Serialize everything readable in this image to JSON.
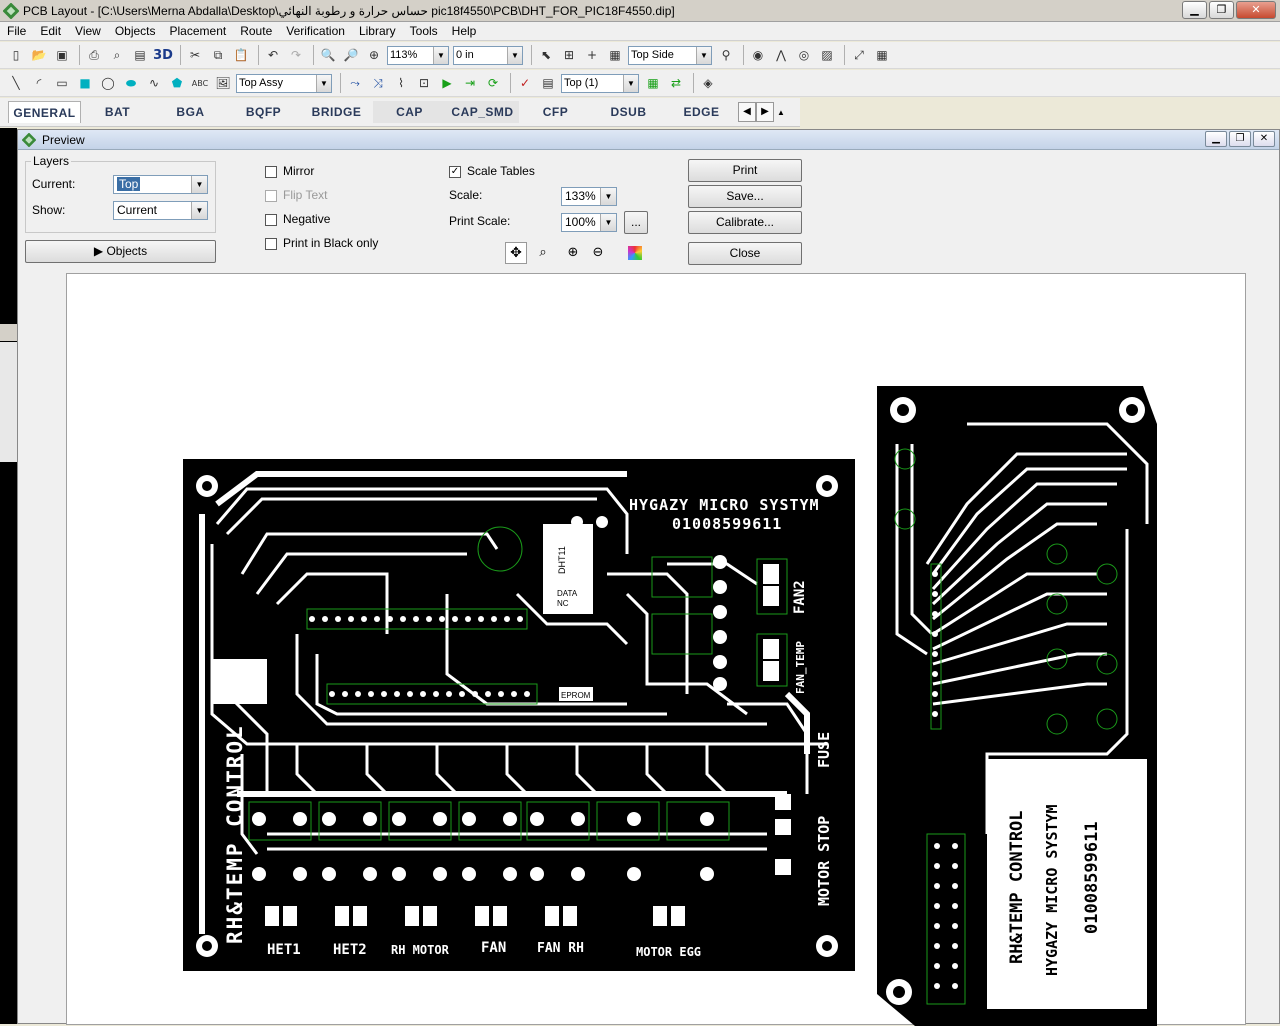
{
  "window": {
    "title": "PCB Layout - [C:\\Users\\Merna Abdalla\\Desktop\\حساس حرارة و رطوبة النهائي pic18f4550\\PCB\\DHT_FOR_PIC18F4550.dip]",
    "min": "▁",
    "max": "❐",
    "close": "✕"
  },
  "menu": [
    "File",
    "Edit",
    "View",
    "Objects",
    "Placement",
    "Route",
    "Verification",
    "Library",
    "Tools",
    "Help"
  ],
  "toolbar1": {
    "three_d": "3D",
    "zoom": "113%",
    "offset": "0 in",
    "side": "Top Side"
  },
  "toolbar2": {
    "assy": "Top Assy",
    "layer": "Top (1)",
    "abc": "ABC"
  },
  "lib_tabs": [
    "GENERAL",
    "BAT",
    "BGA",
    "BQFP",
    "BRIDGE",
    "CAP",
    "CAP_SMD",
    "CFP",
    "DSUB",
    "EDGE"
  ],
  "preview": {
    "title": "Preview",
    "layers_group": "Layers",
    "current_label": "Current:",
    "current_value": "Top",
    "show_label": "Show:",
    "show_value": "Current",
    "objects_btn": "▶ Objects",
    "mirror": "Mirror",
    "flip_text": "Flip Text",
    "negative": "Negative",
    "print_black": "Print in Black only",
    "scale_tables": "Scale Tables",
    "scale_tables_check": "✓",
    "scale_label": "Scale:",
    "scale_value": "133%",
    "print_scale_label": "Print Scale:",
    "print_scale_value": "100%",
    "ellipsis": "...",
    "print_btn": "Print",
    "save_btn": "Save...",
    "calibrate_btn": "Calibrate...",
    "close_btn": "Close"
  },
  "board1": {
    "brand": "HYGAZY MICRO SYSTYM",
    "phone": "01008599611",
    "vertical": "RH&TEMP CONTROL",
    "sensor": "DHT11",
    "data_pin": "DATA",
    "nc_pin": "NC",
    "eprom": "EPROM",
    "fan2": "FAN2",
    "fan_temp": "FAN_TEMP",
    "fuse": "FUSE",
    "motor_stop": "MOTOR STOP",
    "outputs": [
      "HET1",
      "HET2",
      "RH MOTOR",
      "FAN",
      "FAN RH",
      "MOTOR EGG"
    ]
  },
  "board2": {
    "vertical1": "RH&TEMP CONTROL",
    "vertical2": "HYGAZY MICRO SYSTYM",
    "vertical3": "01008599611"
  }
}
